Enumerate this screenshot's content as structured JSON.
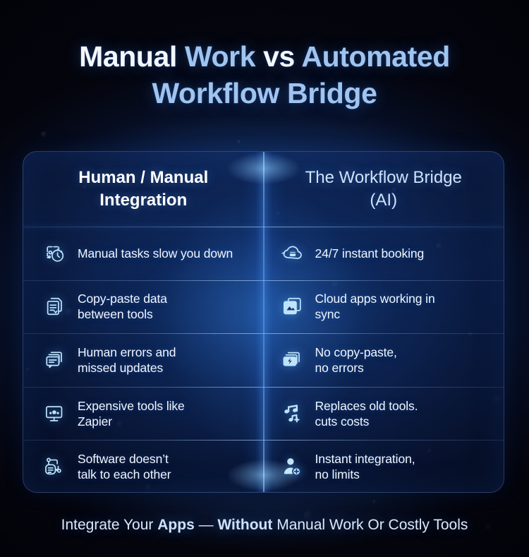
{
  "headline": {
    "part1": "Manual ",
    "part2": "Work",
    "part3": " vs ",
    "part4": "Automated",
    "line2": "Workflow Bridge"
  },
  "panel": {
    "columns": [
      {
        "id": "manual",
        "title_line1": "Human / Manual",
        "title_line2": "Integration"
      },
      {
        "id": "ai",
        "title_line1": "The Workflow Bridge",
        "title_line2": "(AI)"
      }
    ],
    "rows": [
      {
        "left": {
          "icon": "stopwatch-timer-icon",
          "line1": "Manual tasks slow you down",
          "line2": ""
        },
        "right": {
          "icon": "cloud-booking-icon",
          "line1": "24/7 instant booking",
          "line2": ""
        }
      },
      {
        "left": {
          "icon": "copy-documents-icon",
          "line1": "Copy-paste data",
          "line2": "between tools"
        },
        "right": {
          "icon": "cloud-sync-apps-icon",
          "line1": "Cloud apps working in",
          "line2": "sync"
        }
      },
      {
        "left": {
          "icon": "error-message-icon",
          "line1": "Human errors and",
          "line2": "missed updates"
        },
        "right": {
          "icon": "lightning-card-icon",
          "line1": "No copy-paste,",
          "line2": "no errors"
        }
      },
      {
        "left": {
          "icon": "monitor-cost-icon",
          "line1": "Expensive tools like",
          "line2": "Zapier"
        },
        "right": {
          "icon": "music-notes-icon",
          "line1": "Replaces old tools.",
          "line2": "cuts costs"
        }
      },
      {
        "left": {
          "icon": "disconnected-node-icon",
          "line1": "Software doesn’t",
          "line2": "talk to each other"
        },
        "right": {
          "icon": "user-add-icon",
          "line1": "Instant integration,",
          "line2": "no limits"
        }
      }
    ]
  },
  "footer": {
    "part1": "Integrate Your ",
    "part2": "Apps",
    "part3": " — ",
    "part4": "Without",
    "part5": " Manual Work Or Costly Tools"
  },
  "colors": {
    "accent_blue": "#9fc4ef",
    "icon_blue": "#7ecbf5",
    "text_white": "#f4f7fd",
    "panel_border": "#7dafF5",
    "divider_glow": "#50a0ff"
  }
}
